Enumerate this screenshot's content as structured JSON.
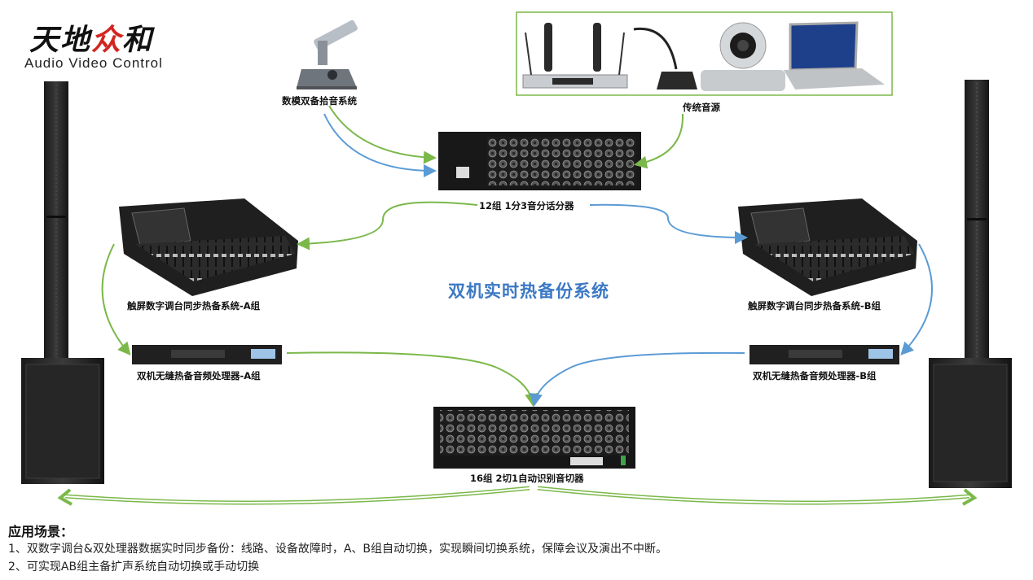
{
  "logo": {
    "cn_part1": "天地",
    "cn_part2": "众",
    "cn_part3": "和",
    "en": "Audio Video Control"
  },
  "labels": {
    "mic_system": "数模双备拾音系统",
    "traditional_source": "传统音源",
    "splitter": "12组 1分3音分话分器",
    "center_title": "双机实时热备份系统",
    "mixer_a": "触屏数字调台同步热备系统-A组",
    "mixer_b": "触屏数字调台同步热备系统-B组",
    "processor_a": "双机无缝热备音频处理器-A组",
    "processor_b": "双机无缝热备音频处理器-B组",
    "switcher": "16组 2切1自动识别音切器"
  },
  "scenario": {
    "title": "应用场景：",
    "line1": "1、双数字调台&双处理器数据实时同步备份：线路、设备故障时，A、B组自动切换，实现瞬间切换系统，保障会议及演出不中断。",
    "line2": "2、可实现AB组主备扩声系统自动切换或手动切换"
  },
  "colors": {
    "green_arrow": "#7bb84a",
    "blue_arrow": "#5b9bd5",
    "title_blue": "#3b78c4",
    "logo_red": "#d2241f",
    "source_box_border": "#7bb84a"
  }
}
